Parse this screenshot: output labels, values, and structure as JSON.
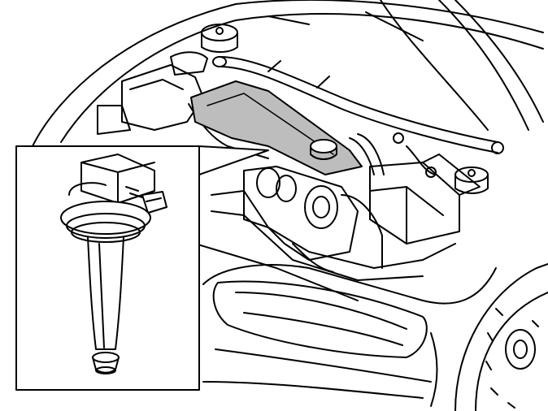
{
  "illustration": {
    "subject": "engine-compartment-line-drawing",
    "inset_subject": "ignition-coil",
    "highlight_subject": "engine-cover-ignition-coil-location",
    "colors": {
      "line": "#000000",
      "background": "#ffffff",
      "highlight": "#bdbdbd"
    }
  }
}
